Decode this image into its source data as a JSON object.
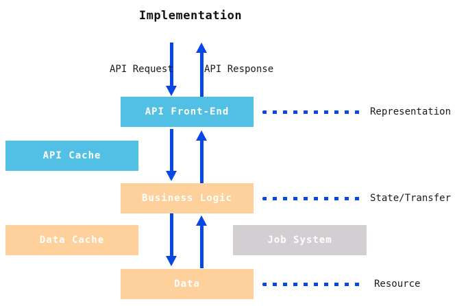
{
  "title": "Implementation",
  "colors": {
    "box_blue": "#52c0e4",
    "box_orange": "#fdd09c",
    "box_gray": "#d2ced2",
    "line_blue": "#0847e4",
    "box_text": "#ffffff",
    "label_text": "#1a1a1a"
  },
  "top_flow": {
    "request_label": "API Request",
    "response_label": "API Response"
  },
  "main_boxes": [
    {
      "label": "API Front-End",
      "color": "blue"
    },
    {
      "label": "Business Logic",
      "color": "orange"
    },
    {
      "label": "Data",
      "color": "orange"
    }
  ],
  "side_boxes": [
    {
      "label": "API Cache",
      "color": "blue"
    },
    {
      "label": "Data Cache",
      "color": "orange"
    },
    {
      "label": "Job System",
      "color": "gray"
    }
  ],
  "layer_labels": [
    {
      "label": "Representation"
    },
    {
      "label": "State/Transfer"
    },
    {
      "label": "Resource"
    }
  ]
}
